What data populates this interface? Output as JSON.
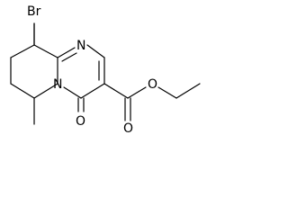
{
  "molecule": {
    "atoms": {
      "bromine": "Br",
      "ring_nitrogen_top": "N",
      "ring_nitrogen_bridge": "N",
      "ketone_oxygen": "O",
      "ester_carbonyl_oxygen": "O",
      "ester_ether_oxygen": "O"
    }
  },
  "colors": {
    "bond": "#000000",
    "label": "#000000",
    "background": "#ffffff"
  }
}
